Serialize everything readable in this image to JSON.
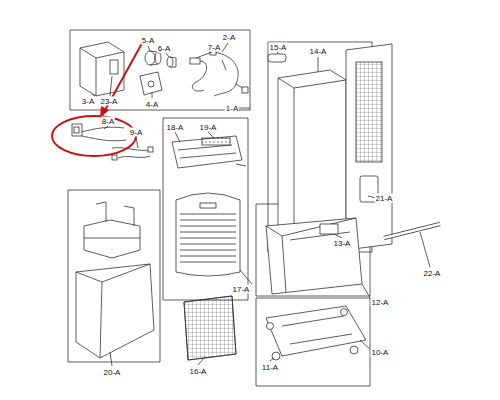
{
  "diagram": {
    "labels": [
      "5-A",
      "6-A",
      "7-A",
      "2-A",
      "15-A",
      "14-A",
      "3-A",
      "23-A",
      "4-A",
      "1-A",
      "8-A",
      "9-A",
      "18-A",
      "19-A",
      "21-A",
      "13-A",
      "22-A",
      "17-A",
      "12-A",
      "10-A",
      "11-A",
      "16-A",
      "20-A"
    ]
  }
}
